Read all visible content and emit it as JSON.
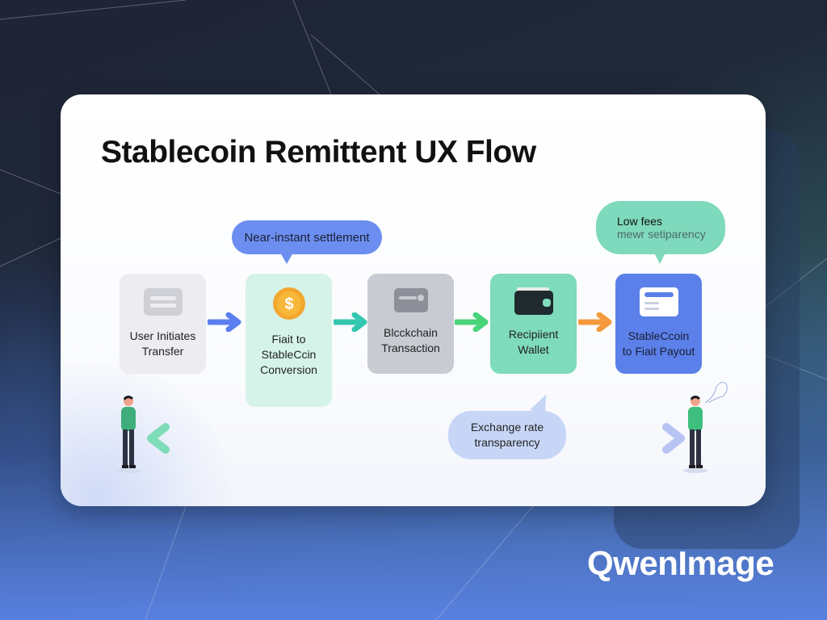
{
  "diagram": {
    "title": "Stablecoin Remittent UX Flow",
    "callouts": {
      "settlement": "Near-instant settlement",
      "fees_line1": "Low fees",
      "fees_line2": "mewr setiparency",
      "exchange_rate": "Exchange rate\ntransparency"
    },
    "steps": [
      {
        "label": "User Initiates\nTransfer",
        "icon": "document-card-icon",
        "color": "#ececf1"
      },
      {
        "label": "Fiait to\nStableCcin\nConversion",
        "icon": "dollar-coin-icon",
        "color": "#d6f3ea"
      },
      {
        "label": "Blcckchain\nTransaction",
        "icon": "card-icon",
        "color": "#c9cbd3"
      },
      {
        "label": "Recipiient\nWallet",
        "icon": "wallet-icon",
        "color": "#7edbbb"
      },
      {
        "label": "StableCcoin\nto Fiait Payout",
        "icon": "payout-card-icon",
        "color": "#5b80ea"
      }
    ],
    "arrows": [
      {
        "from": 1,
        "to": 2,
        "color": "#5b7ff0"
      },
      {
        "from": 2,
        "to": 3,
        "color": "#34c7b0"
      },
      {
        "from": 3,
        "to": 4,
        "color": "#49d47a"
      },
      {
        "from": 4,
        "to": 5,
        "color": "#f59a3c"
      }
    ],
    "actors": [
      "sender-person",
      "recipient-person"
    ]
  },
  "watermark": "QwenImage"
}
